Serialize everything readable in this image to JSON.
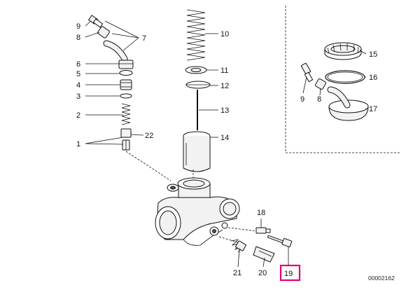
{
  "diagram": {
    "reference": "00002162",
    "highlighted_part": "19",
    "parts": [
      {
        "id": "p1",
        "number": "1"
      },
      {
        "id": "p2",
        "number": "2"
      },
      {
        "id": "p3",
        "number": "3"
      },
      {
        "id": "p4",
        "number": "4"
      },
      {
        "id": "p5",
        "number": "5"
      },
      {
        "id": "p6",
        "number": "6"
      },
      {
        "id": "p7",
        "number": "7"
      },
      {
        "id": "p8",
        "number": "8"
      },
      {
        "id": "p9",
        "number": "9"
      },
      {
        "id": "p10",
        "number": "10"
      },
      {
        "id": "p11",
        "number": "11"
      },
      {
        "id": "p12",
        "number": "12"
      },
      {
        "id": "p13",
        "number": "13"
      },
      {
        "id": "p14",
        "number": "14"
      },
      {
        "id": "p15",
        "number": "15"
      },
      {
        "id": "p16",
        "number": "16"
      },
      {
        "id": "p17",
        "number": "17"
      },
      {
        "id": "p18",
        "number": "18"
      },
      {
        "id": "p19",
        "number": "19"
      },
      {
        "id": "p20",
        "number": "20"
      },
      {
        "id": "p21",
        "number": "21"
      },
      {
        "id": "p22",
        "number": "22"
      },
      {
        "id": "p8b",
        "number": "8"
      },
      {
        "id": "p9b",
        "number": "9"
      }
    ]
  }
}
